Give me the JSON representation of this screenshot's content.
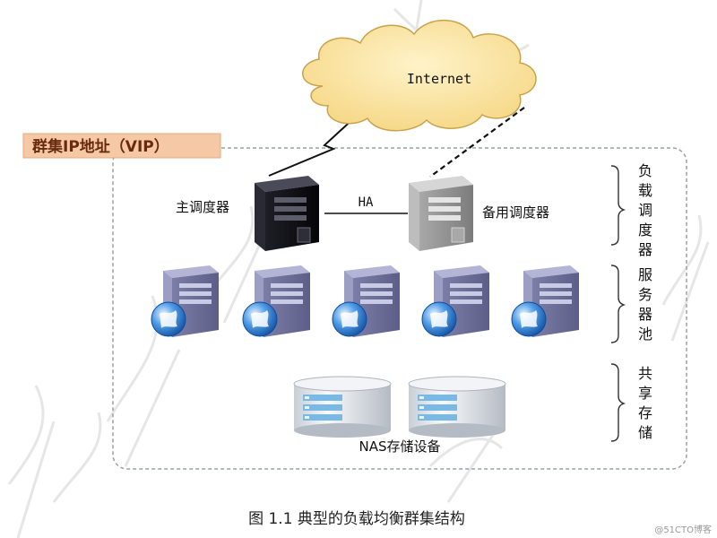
{
  "diagram": {
    "internet_label": "Internet",
    "vip_label": "群集IP地址（VIP）",
    "primary_director_label": "主调度器",
    "backup_director_label": "备用调度器",
    "ha_label": "HA",
    "nas_label": "NAS存储设备",
    "side_labels": {
      "director": [
        "负",
        "载",
        "调",
        "度",
        "器"
      ],
      "server_pool": [
        "服",
        "务",
        "器",
        "池"
      ],
      "shared_storage": [
        "共",
        "享",
        "存",
        "储"
      ]
    },
    "caption": "图  1.1  典型的负载均衡群集结构",
    "watermark_text": "@51CTO博客",
    "real_servers": 5,
    "storage_units": 2
  },
  "colors": {
    "cloud_fill": "#fbe7a8",
    "cloud_stroke": "#c9a24a",
    "vip_fill": "#f6c9a6",
    "vip_text": "#6a2a10",
    "primary_server": "#1c1c24",
    "backup_server": "#9a9a9a",
    "real_server": "#8d8fb8",
    "globe": "#2a72c9",
    "storage_fill": "#eef1f5",
    "storage_bar": "#78b9e6",
    "dashed_border": "#9aa0a6"
  }
}
